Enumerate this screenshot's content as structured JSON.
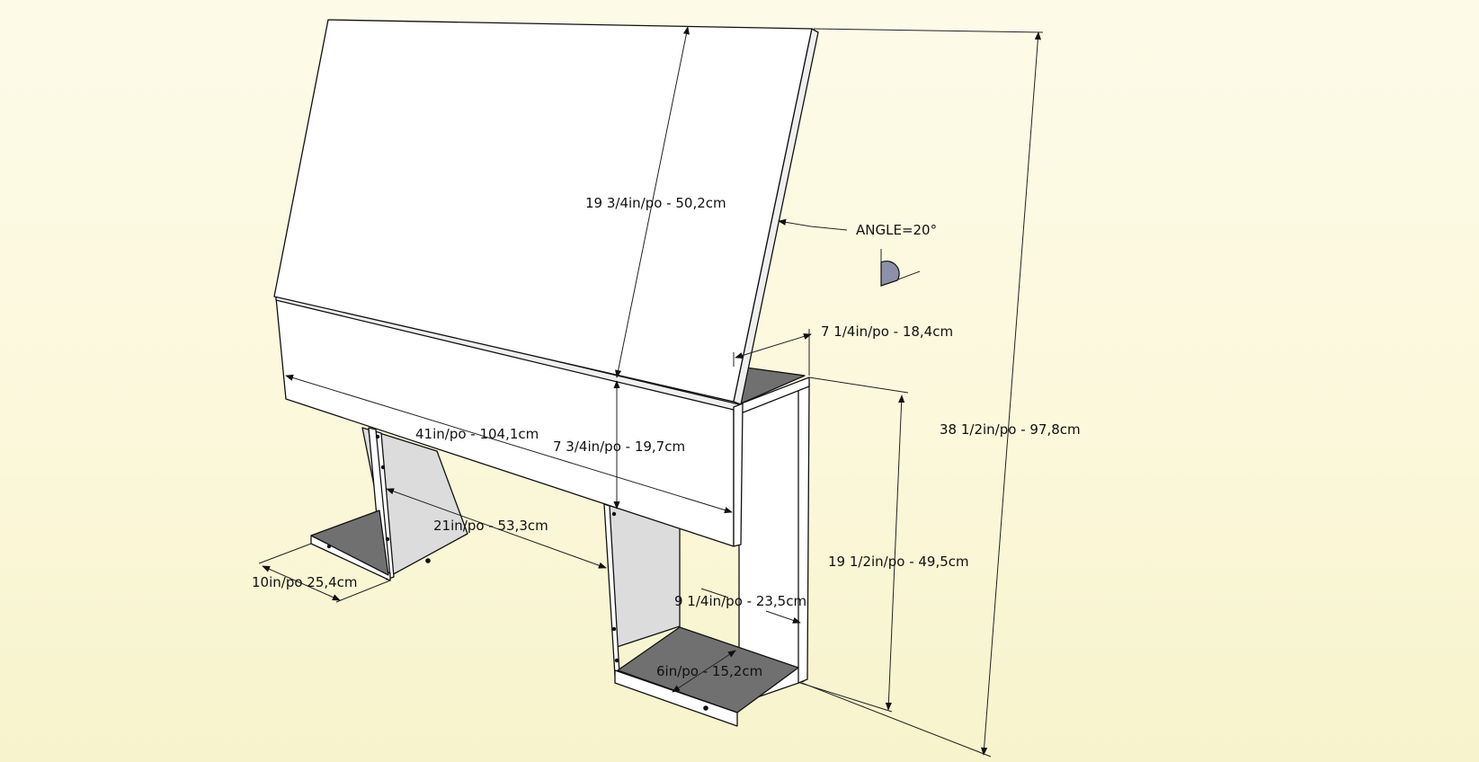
{
  "dimensions": {
    "angle": "ANGLE=20°",
    "panel_height": "19 3/4in/po - 50,2cm",
    "shelf_depth_top": "7 1/4in/po - 18,4cm",
    "total_height": "38 1/2in/po - 97,8cm",
    "width": "41in/po - 104,1cm",
    "rail_height": "7 3/4in/po - 19,7cm",
    "leg_spacing": "21in/po - 53,3cm",
    "side_height": "19 1/2in/po - 49,5cm",
    "foot_depth": "10in/po 25,4cm",
    "shelf_depth_bottom": "9 1/4in/po - 23,5cm",
    "shelf_inner": "6in/po - 15,2cm"
  }
}
